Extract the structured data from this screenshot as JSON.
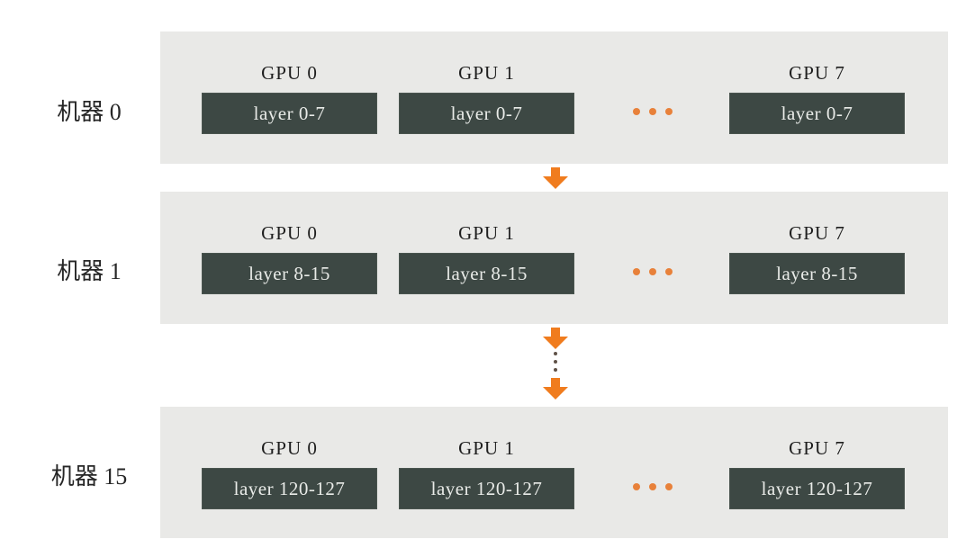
{
  "diagram": {
    "description_type": "pipeline-parallel GPU layer assignment diagram",
    "machines": [
      {
        "label": "机器 0",
        "gpus": [
          {
            "name": "GPU 0",
            "layers": "layer 0-7"
          },
          {
            "name": "GPU 1",
            "layers": "layer 0-7"
          },
          {
            "name": "GPU 7",
            "layers": "layer 0-7"
          }
        ],
        "ellipsis": "horizontal-dots"
      },
      {
        "label": "机器 1",
        "gpus": [
          {
            "name": "GPU 0",
            "layers": "layer 8-15"
          },
          {
            "name": "GPU 1",
            "layers": "layer 8-15"
          },
          {
            "name": "GPU 7",
            "layers": "layer 8-15"
          }
        ],
        "ellipsis": "horizontal-dots"
      },
      {
        "label": "机器 15",
        "gpus": [
          {
            "name": "GPU 0",
            "layers": "layer 120-127"
          },
          {
            "name": "GPU 1",
            "layers": "layer 120-127"
          },
          {
            "name": "GPU 7",
            "layers": "layer 120-127"
          }
        ],
        "ellipsis": "horizontal-dots"
      }
    ],
    "connectors": [
      {
        "between": "机器 0 → 机器 1",
        "type": "down-arrow"
      },
      {
        "between": "机器 1 → 机器 15",
        "type": "down-arrow, vertical-ellipsis, down-arrow"
      }
    ],
    "colors": {
      "band_background": "#e9e9e7",
      "layer_box_background": "#3d4844",
      "layer_box_text": "#e9ebe8",
      "arrow_orange": "#f07c1e",
      "ellipsis_orange": "#e8813a",
      "vertical_dots": "#5f5147",
      "label_text": "#262626",
      "page_background": "#ffffff"
    }
  }
}
